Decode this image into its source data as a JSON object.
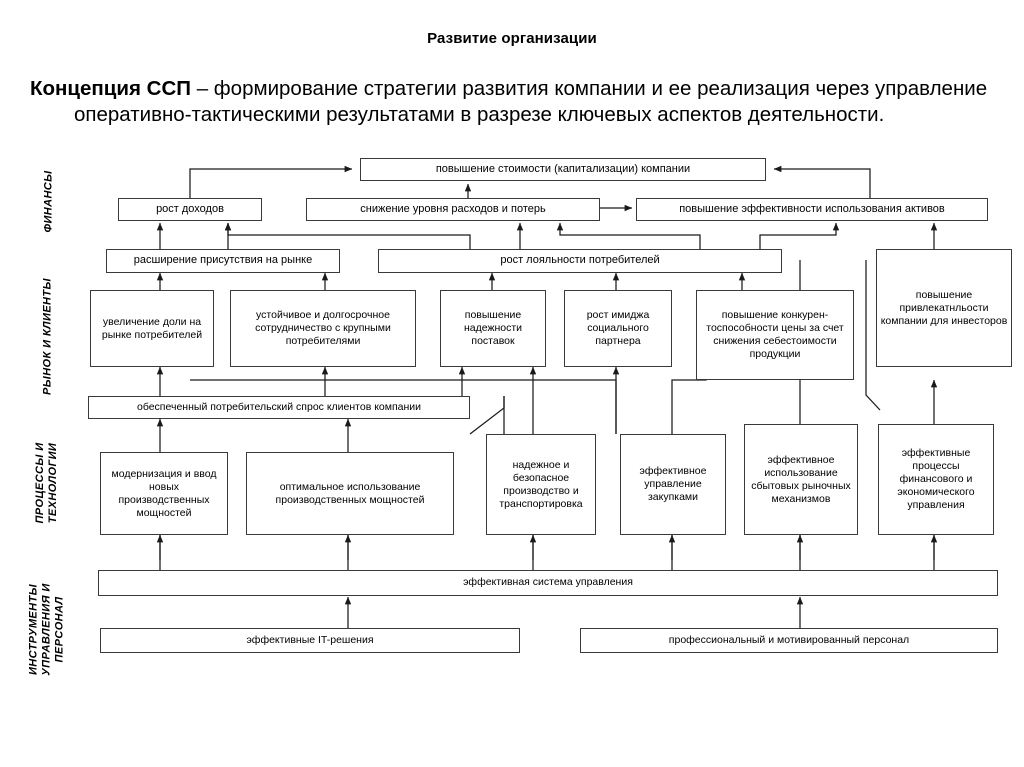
{
  "header": {
    "title": "Развитие организации",
    "concept_lead": "Концепция ССП",
    "concept_rest": " – формирование стратегии развития компании и ее реализация через управление оперативно-тактическими результатами в разрезе ключевых аспектов деятельности."
  },
  "perspectives": [
    {
      "id": "finance",
      "label": "ФИНАНСЫ"
    },
    {
      "id": "market",
      "label": "РЫНОК И КЛИЕНТЫ"
    },
    {
      "id": "processes",
      "label": "ПРОЦЕССЫ И\nТЕХНОЛОГИИ"
    },
    {
      "id": "tools",
      "label": "ИНСТРУМЕНТЫ\nУПРАВЛЕНИЯ И\nПЕРСОНАЛ"
    }
  ],
  "nodes": {
    "capitalization": "повышение стоимости (капитализации) компании",
    "revenue_growth": "рост доходов",
    "cost_reduction": "снижение уровня расходов и потерь",
    "asset_efficiency": "повышение эффективности использования активов",
    "market_presence": "расширение присутствия на рынке",
    "customer_loyalty": "рост лояльности потребителей",
    "market_share": "увеличение доли на рынке потребителей",
    "long_term_coop": "устойчивое и долгосрочное сотрудничество с крупными потребителями",
    "supply_reliability": "повышение надежности поставок",
    "social_image": "рост имиджа социального партнера",
    "price_competitiveness": "повышение конкурен-тоспособности цены за счет снижения себестоимости продукции",
    "investor_attractiveness": "повышение привлекатнльости компании для инвесторов",
    "consumer_demand": "обеспеченный потребительский спрос клиентов компании",
    "modernization": "модернизация и ввод новых производственных мощностей",
    "optimal_capacity": "оптимальное использование производственных мощностей",
    "safe_production": "надежное и безопасное производство и транспортировка",
    "procurement": "эффективное управление закупками",
    "sales_mechanisms": "эффективное использование сбытовых рыночных механизмов",
    "financial_processes": "эффективные процессы финансового и экономического управления",
    "management_system": "эффективная система управления",
    "it_solutions": "эффективные IT-решения",
    "personnel": "профессиональный и мотивированный персонал"
  },
  "colors": {
    "border": "#3a3a3a",
    "fill": "#ffffff",
    "text": "#000000",
    "link": "#1a1a1a"
  }
}
